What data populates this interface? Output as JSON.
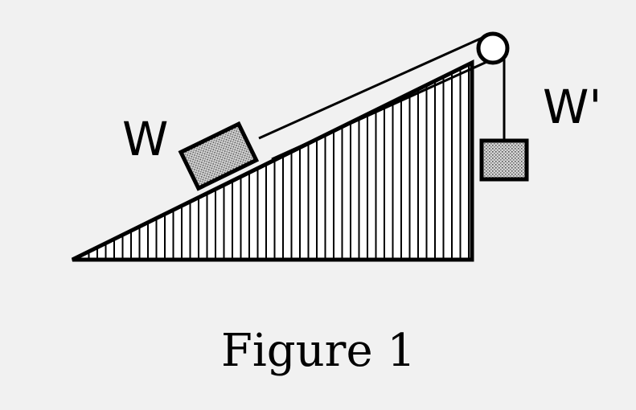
{
  "diagram": {
    "label_block_on_incline": "W",
    "label_hanging_block": "W'",
    "caption": "Figure 1"
  },
  "colors": {
    "background": "#f1f1f1",
    "ink": "#000000",
    "block_fill": "#bdbdbd"
  }
}
